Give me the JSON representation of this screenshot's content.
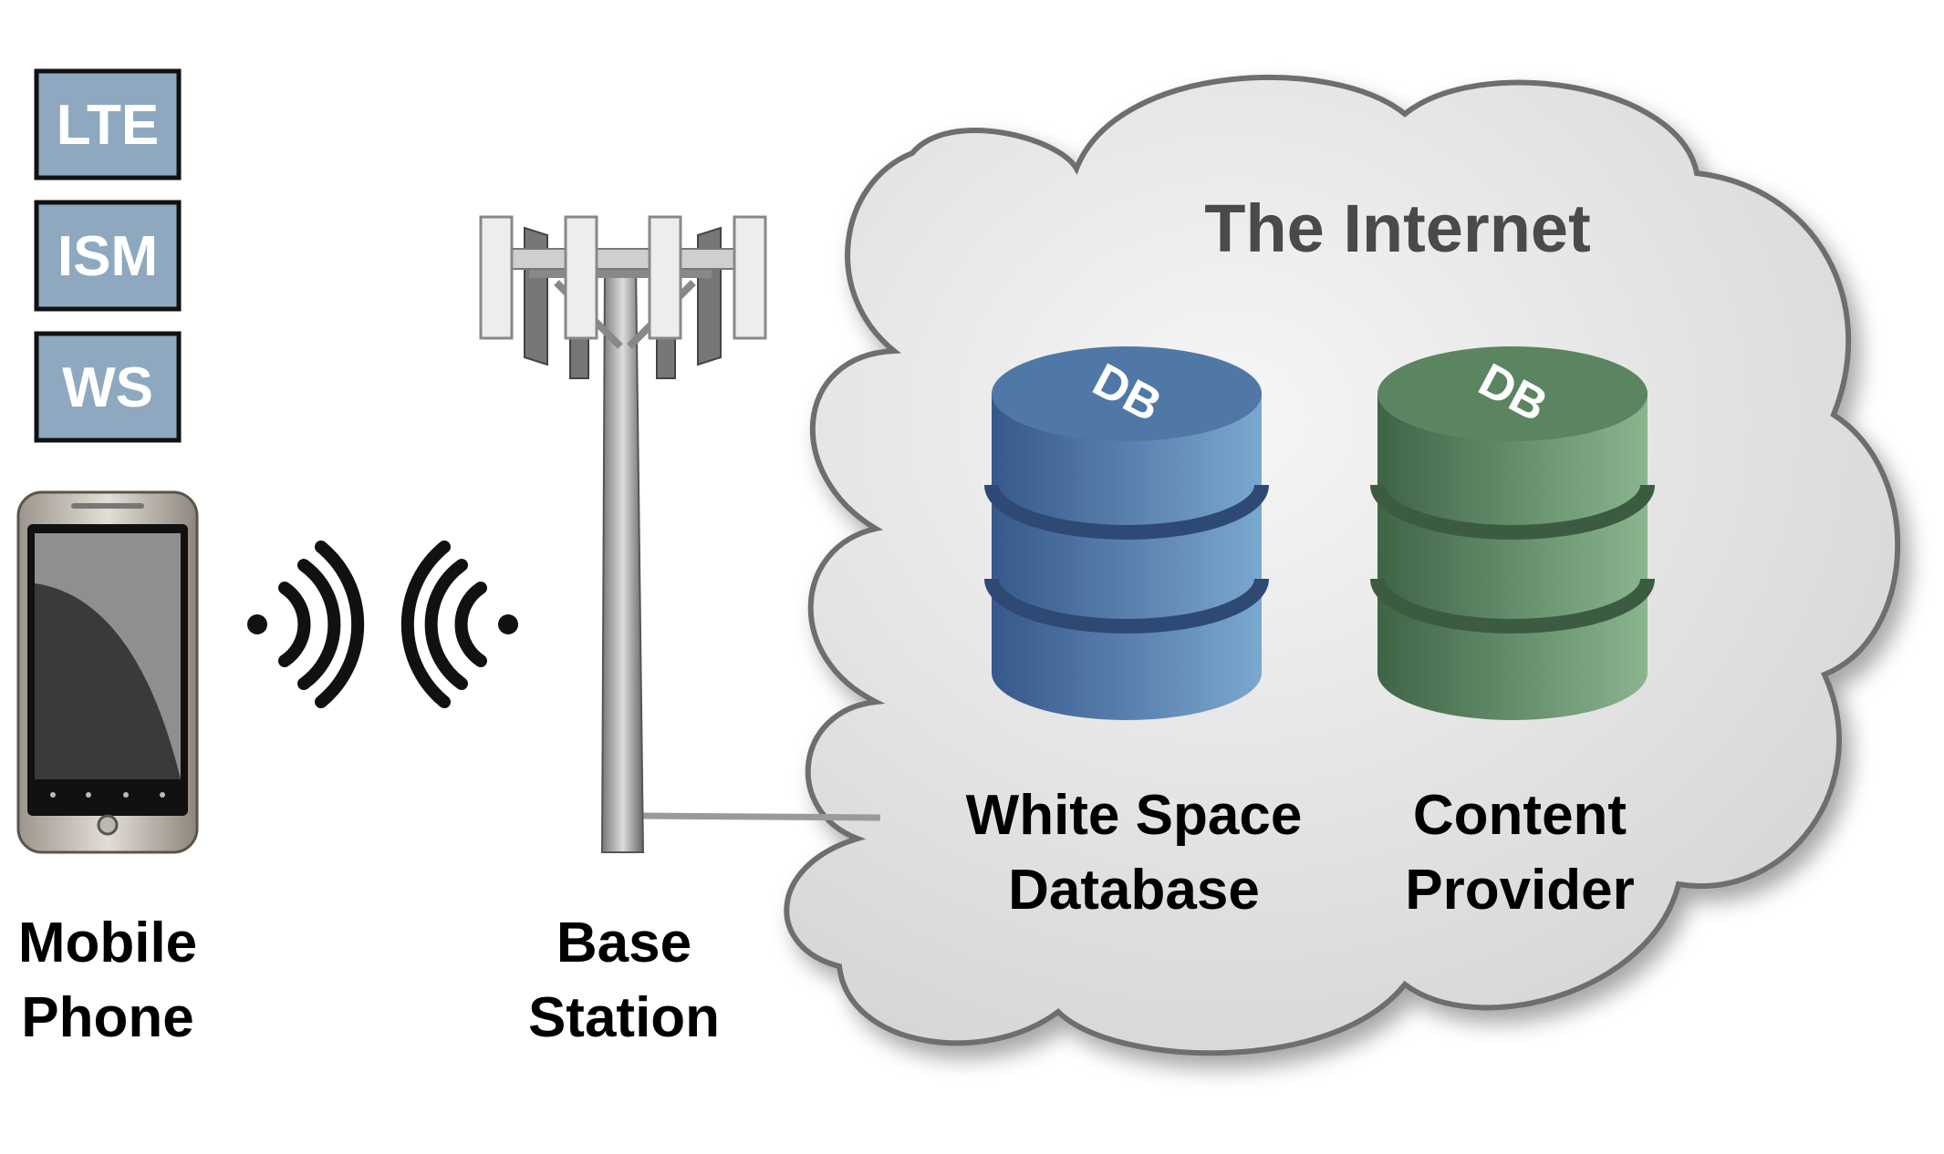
{
  "bands": [
    "LTE",
    "ISM",
    "WS"
  ],
  "mobile_label": [
    "Mobile",
    "Phone"
  ],
  "base_label": [
    "Base",
    "Station"
  ],
  "cloud_title": "The Internet",
  "db_badge": "DB",
  "white_space_db": [
    "White Space",
    "Database"
  ],
  "content_provider": [
    "Content",
    "Provider"
  ],
  "colors": {
    "band_fill": "#8ea9bf",
    "cloud_fill": "#e3e3e3",
    "cloud_stroke": "#6e6e6e",
    "db_blue": "#4a78a8",
    "db_green": "#5b8a62",
    "title_gray": "#4a4a4a"
  }
}
